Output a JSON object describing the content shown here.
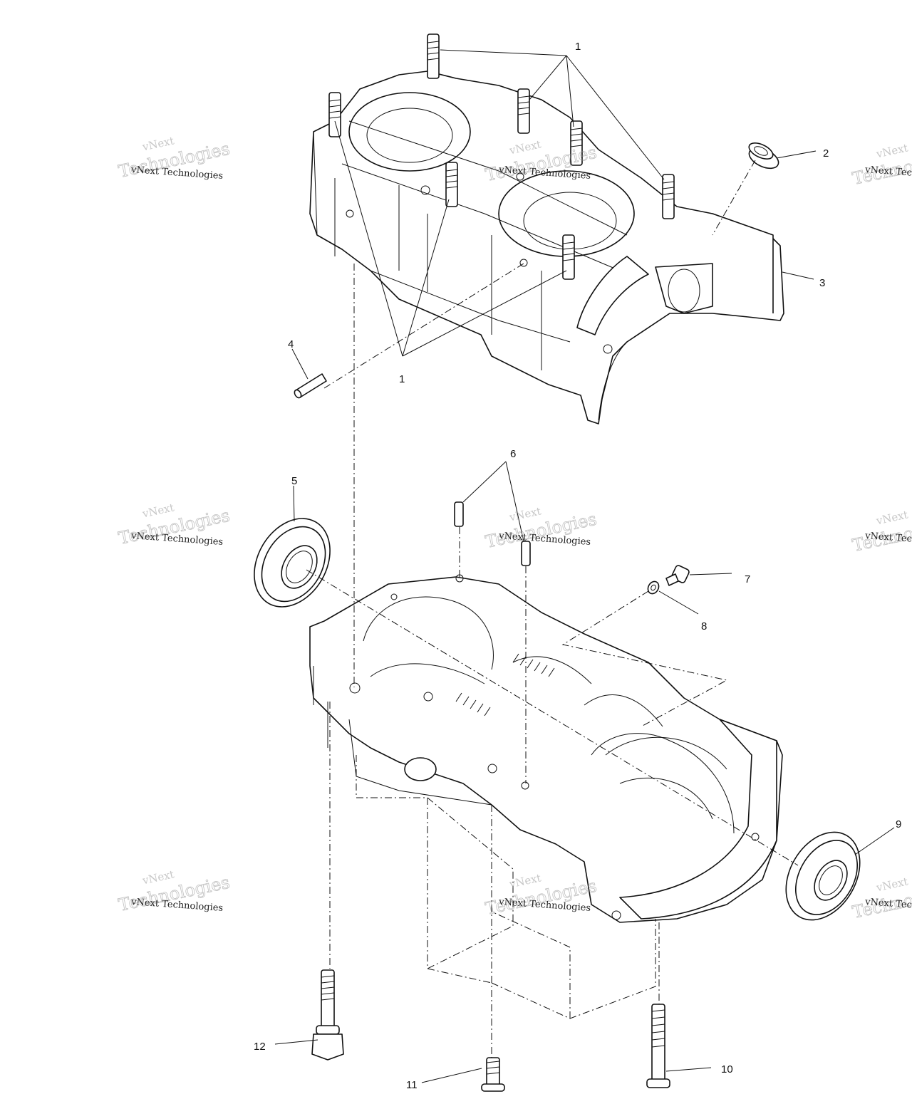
{
  "diagram": {
    "callouts": [
      "1",
      "2",
      "3",
      "4",
      "1",
      "6",
      "5",
      "7",
      "8",
      "9",
      "12",
      "11",
      "10"
    ]
  },
  "watermark": {
    "line1": "vNext",
    "line2": "vNext Technologies",
    "line3": "Technologies"
  }
}
